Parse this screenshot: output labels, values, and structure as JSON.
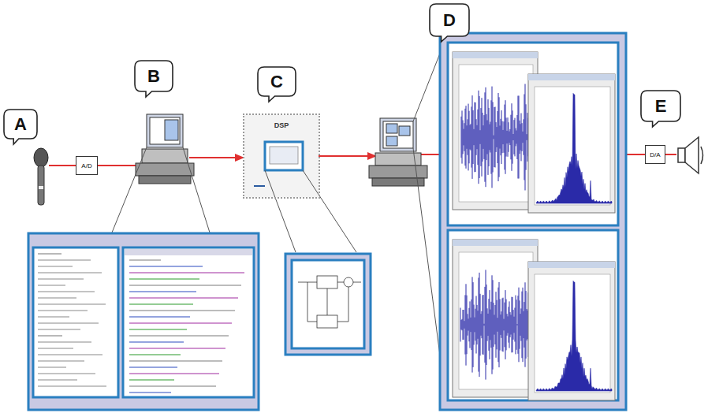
{
  "diagram": {
    "nodes": [
      {
        "text": [
          "A"
        ]
      },
      {
        "text": [
          "A/D"
        ]
      },
      {
        "text": [
          "B"
        ]
      },
      {
        "text": [
          "C"
        ]
      },
      {
        "text": [
          "DSP"
        ]
      },
      {
        "text": [
          "D"
        ]
      },
      {
        "text": [
          "E"
        ]
      },
      {
        "text": [
          "D/A"
        ]
      }
    ]
  }
}
